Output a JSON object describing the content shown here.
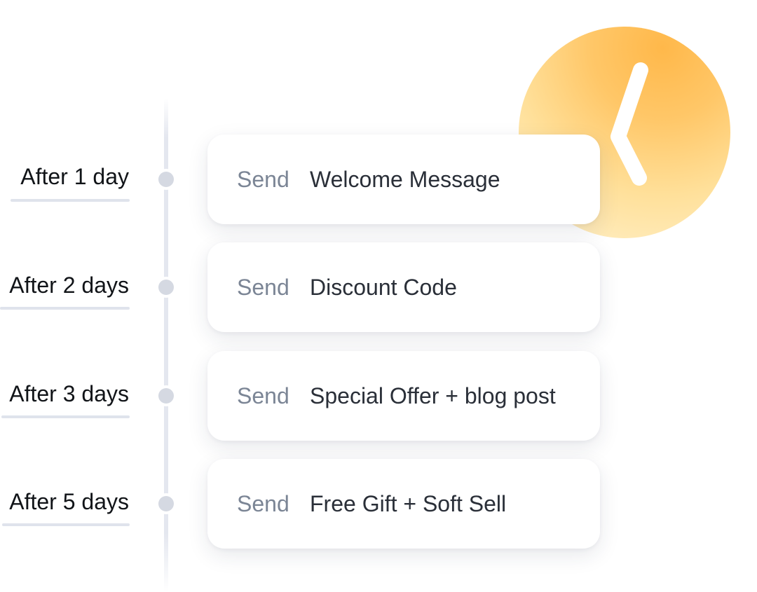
{
  "colors": {
    "clock_gradient_strong": "#ffb84a",
    "clock_gradient_light": "#fff2cf",
    "timeline_line": "#e4e7ef",
    "dot": "#d5d9e2",
    "label_text": "#111418",
    "verb_text": "#7b8595",
    "message_text": "#2a2f38"
  },
  "decoration": {
    "clock_icon": "clock-icon"
  },
  "steps": [
    {
      "delay": "After 1 day",
      "action": "Send",
      "message": "Welcome Message"
    },
    {
      "delay": "After 2 days",
      "action": "Send",
      "message": "Discount Code"
    },
    {
      "delay": "After 3 days",
      "action": "Send",
      "message": "Special Offer + blog post"
    },
    {
      "delay": "After 5 days",
      "action": "Send",
      "message": "Free Gift + Soft Sell"
    }
  ]
}
